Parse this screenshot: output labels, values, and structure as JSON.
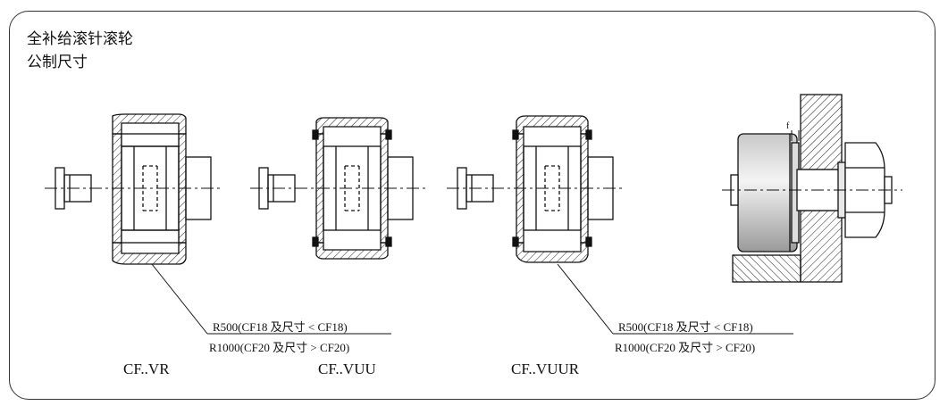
{
  "title": {
    "line1": "全补给滚针滚轮",
    "line2": "公制尺寸"
  },
  "variants": [
    {
      "label": "CF..VR"
    },
    {
      "label": "CF..VUU"
    },
    {
      "label": "CF..VUUR"
    }
  ],
  "callouts": [
    {
      "line1": "R500(CF18 及尺寸 < CF18)",
      "line2": "R1000(CF20 及尺寸 > CF20)"
    },
    {
      "line1": "R500(CF18 及尺寸 < CF18)",
      "line2": "R1000(CF20 及尺寸 > CF20)"
    }
  ],
  "mount_dimension": "f"
}
